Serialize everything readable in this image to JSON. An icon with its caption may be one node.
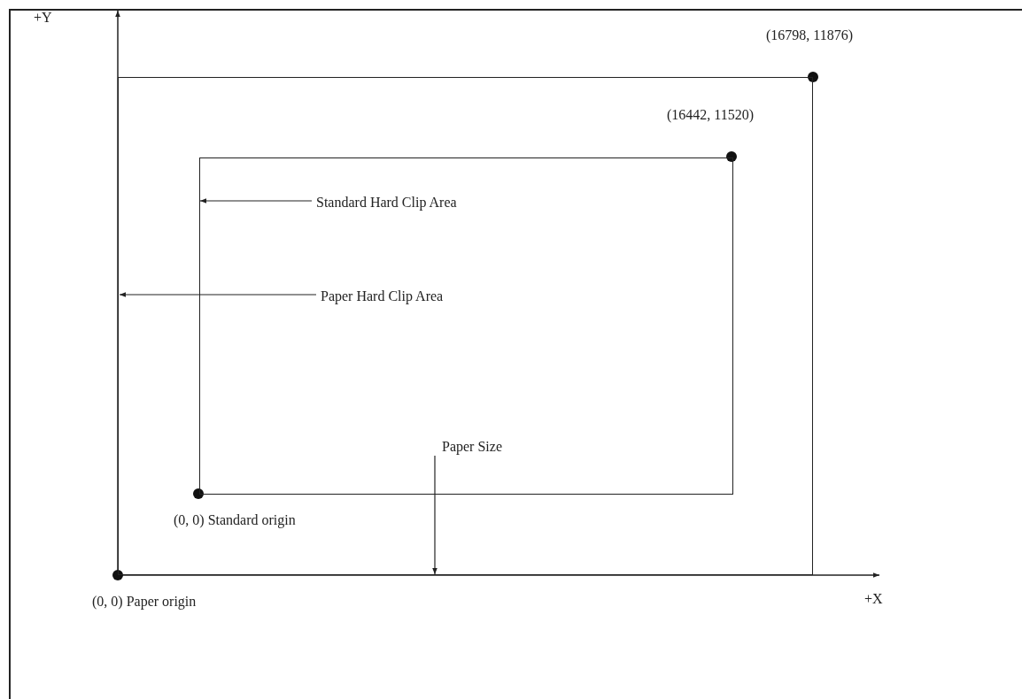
{
  "diagram": {
    "nodes": [
      {
        "text": [],
        "shape": "box"
      },
      {
        "text": [],
        "shape": "box",
        "in": 0
      },
      {
        "text": [
          "Standard Hard Clip Area"
        ],
        "in": 1
      },
      {
        "text": [
          "Paper Hard Clip Area"
        ],
        "in": 1
      },
      {
        "text": [
          "Paper Size"
        ],
        "in": 1
      }
    ],
    "edges": [
      {
        "from": 2,
        "to": 1,
        "arrow": "to"
      },
      {
        "from": 3,
        "to": 0,
        "arrow": "to"
      },
      {
        "from": 4,
        "to": 0,
        "arrow": "to"
      }
    ],
    "labels": [
      "+Y",
      "(16798, 11876)",
      "(16442, 11520)",
      "(0, 0) Standard origin",
      "(0, 0) Paper origin",
      "+X"
    ]
  }
}
